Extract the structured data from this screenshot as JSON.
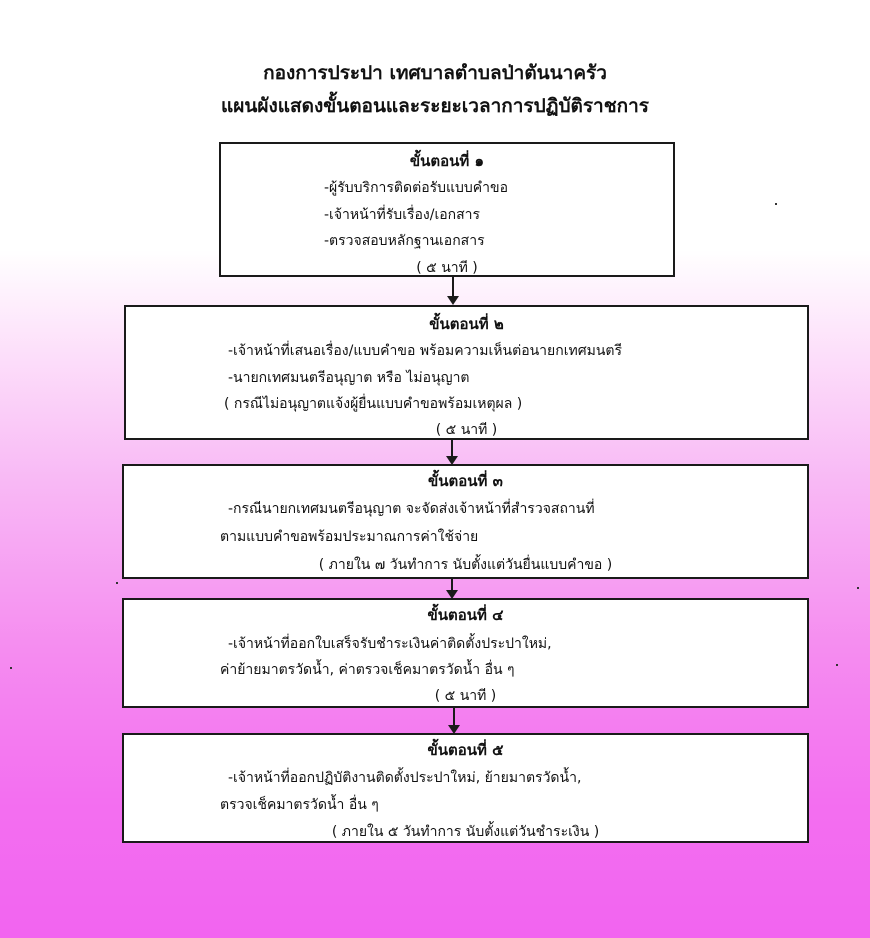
{
  "title": {
    "line1": "กองการประปา  เทศบาลตำบลป่าตันนาครัว",
    "line2": "แผนผังแสดงขั้นตอนและระยะเวลาการปฏิบัติราชการ"
  },
  "steps": [
    {
      "heading": "ขั้นตอนที่  ๑",
      "lines": [
        "-ผู้รับบริการติดต่อรับแบบคำขอ",
        "-เจ้าหน้าที่รับเรื่อง/เอกสาร",
        "-ตรวจสอบหลักฐานเอกสาร"
      ],
      "duration": "(  ๕  นาที  )"
    },
    {
      "heading": "ขั้นตอนที่  ๒",
      "lines": [
        "-เจ้าหน้าที่เสนอเรื่อง/แบบคำขอ  พร้อมความเห็นต่อนายกเทศมนตรี",
        "-นายกเทศมนตรีอนุญาต  หรือ  ไม่อนุญาต",
        "(  กรณีไม่อนุญาตแจ้งผู้ยื่นแบบคำขอพร้อมเหตุผล  )"
      ],
      "duration": "(  ๕  นาที  )"
    },
    {
      "heading": "ขั้นตอนที่  ๓",
      "lines": [
        "-กรณีนายกเทศมนตรีอนุญาต  จะจัดส่งเจ้าหน้าที่สำรวจสถานที่",
        "ตามแบบคำขอพร้อมประมาณการค่าใช้จ่าย"
      ],
      "duration": "(  ภายใน  ๗  วันทำการ  นับตั้งแต่วันยื่นแบบคำขอ  )"
    },
    {
      "heading": "ขั้นตอนที่  ๔",
      "lines": [
        "-เจ้าหน้าที่ออกใบเสร็จรับชำระเงินค่าติดตั้งประปาใหม่,",
        "ค่าย้ายมาตรวัดน้ำ,  ค่าตรวจเช็คมาตรวัดน้ำ  อื่น ๆ"
      ],
      "duration": "(  ๕  นาที  )"
    },
    {
      "heading": "ขั้นตอนที่  ๕",
      "lines": [
        "-เจ้าหน้าที่ออกปฏิบัติงานติดตั้งประปาใหม่,  ย้ายมาตรวัดน้ำ,",
        "ตรวจเช็คมาตรวัดน้ำ  อื่น ๆ"
      ],
      "duration": "(  ภายใน  ๕  วันทำการ  นับตั้งแต่วันชำระเงิน  )"
    }
  ]
}
